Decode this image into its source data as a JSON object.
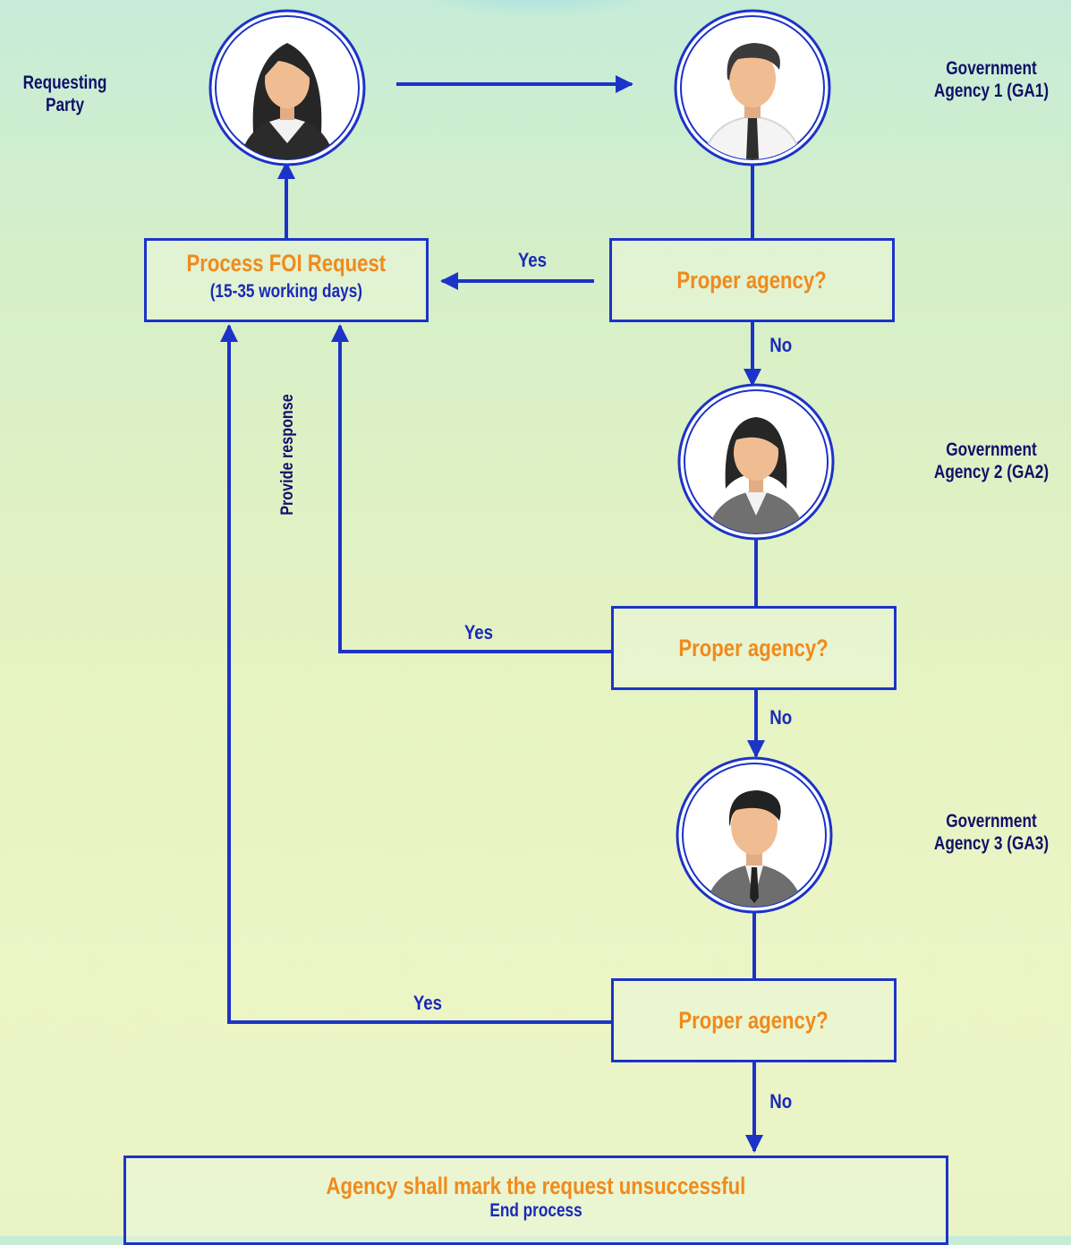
{
  "actors": {
    "requesting_party": "Requesting\nParty",
    "ga1": "Government\nAgency 1 (GA1)",
    "ga2": "Government\nAgency 2 (GA2)",
    "ga3": "Government\nAgency 3 (GA3)"
  },
  "process_box": {
    "title": "Process FOI Request",
    "subtitle": "(15-35 working days)"
  },
  "decisions": {
    "d1": "Proper agency?",
    "d2": "Proper agency?",
    "d3": "Proper agency?"
  },
  "edges": {
    "yes1": "Yes",
    "yes2": "Yes",
    "yes3": "Yes",
    "no1": "No",
    "no2": "No",
    "no3": "No",
    "provide_response": "Provide response"
  },
  "end_box": {
    "title": "Agency shall mark the request unsuccessful",
    "subtitle": "End process"
  },
  "colors": {
    "line": "#1c33c8",
    "orange_text": "#f08a1c",
    "navy_text": "#1a2ab8"
  }
}
